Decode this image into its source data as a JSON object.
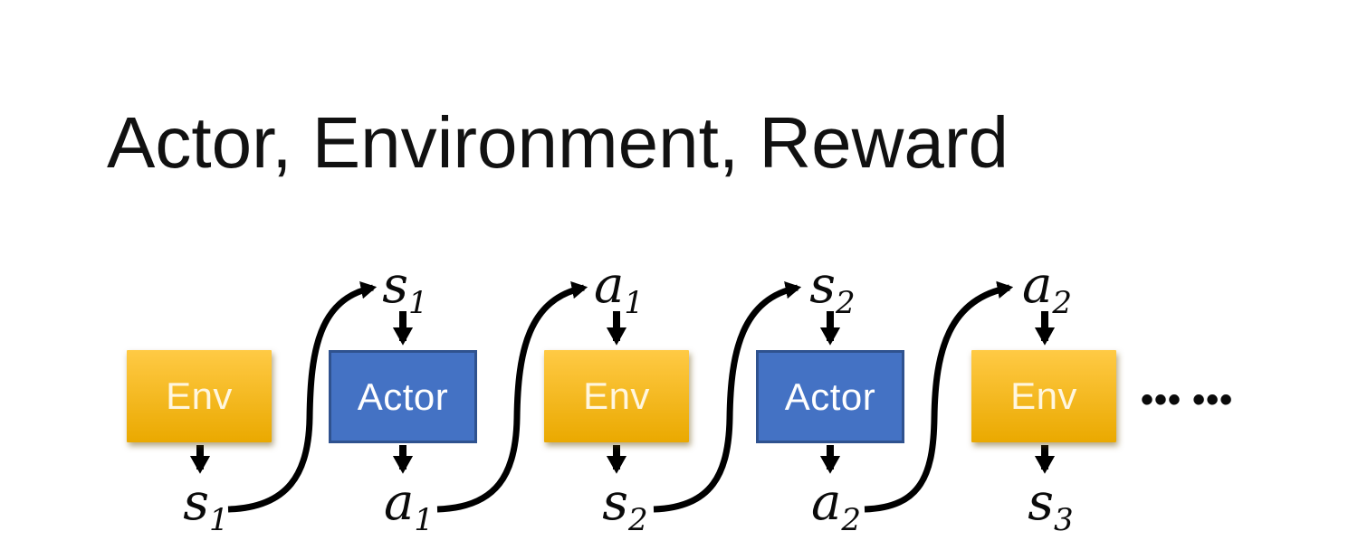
{
  "title": "Actor, Environment, Reward",
  "ellipsis": "••• •••",
  "colors": {
    "env_top": "#FFCA45",
    "env_bottom": "#EAA900",
    "env_text": "#FFF6DF",
    "actor_fill": "#4472C4",
    "actor_border": "#2F528F",
    "actor_text": "#FFFFFF",
    "arrow": "#000000",
    "title_text": "#111111"
  },
  "units": [
    {
      "type": "Env",
      "box_label": "Env",
      "bottom_label": {
        "base": "s",
        "sub": "1"
      }
    },
    {
      "type": "Actor",
      "box_label": "Actor",
      "top_label": {
        "base": "s",
        "sub": "1"
      },
      "bottom_label": {
        "base": "a",
        "sub": "1"
      }
    },
    {
      "type": "Env",
      "box_label": "Env",
      "top_label": {
        "base": "a",
        "sub": "1"
      },
      "bottom_label": {
        "base": "s",
        "sub": "2"
      }
    },
    {
      "type": "Actor",
      "box_label": "Actor",
      "top_label": {
        "base": "s",
        "sub": "2"
      },
      "bottom_label": {
        "base": "a",
        "sub": "2"
      }
    },
    {
      "type": "Env",
      "box_label": "Env",
      "top_label": {
        "base": "a",
        "sub": "2"
      },
      "bottom_label": {
        "base": "s",
        "sub": "3"
      }
    }
  ]
}
